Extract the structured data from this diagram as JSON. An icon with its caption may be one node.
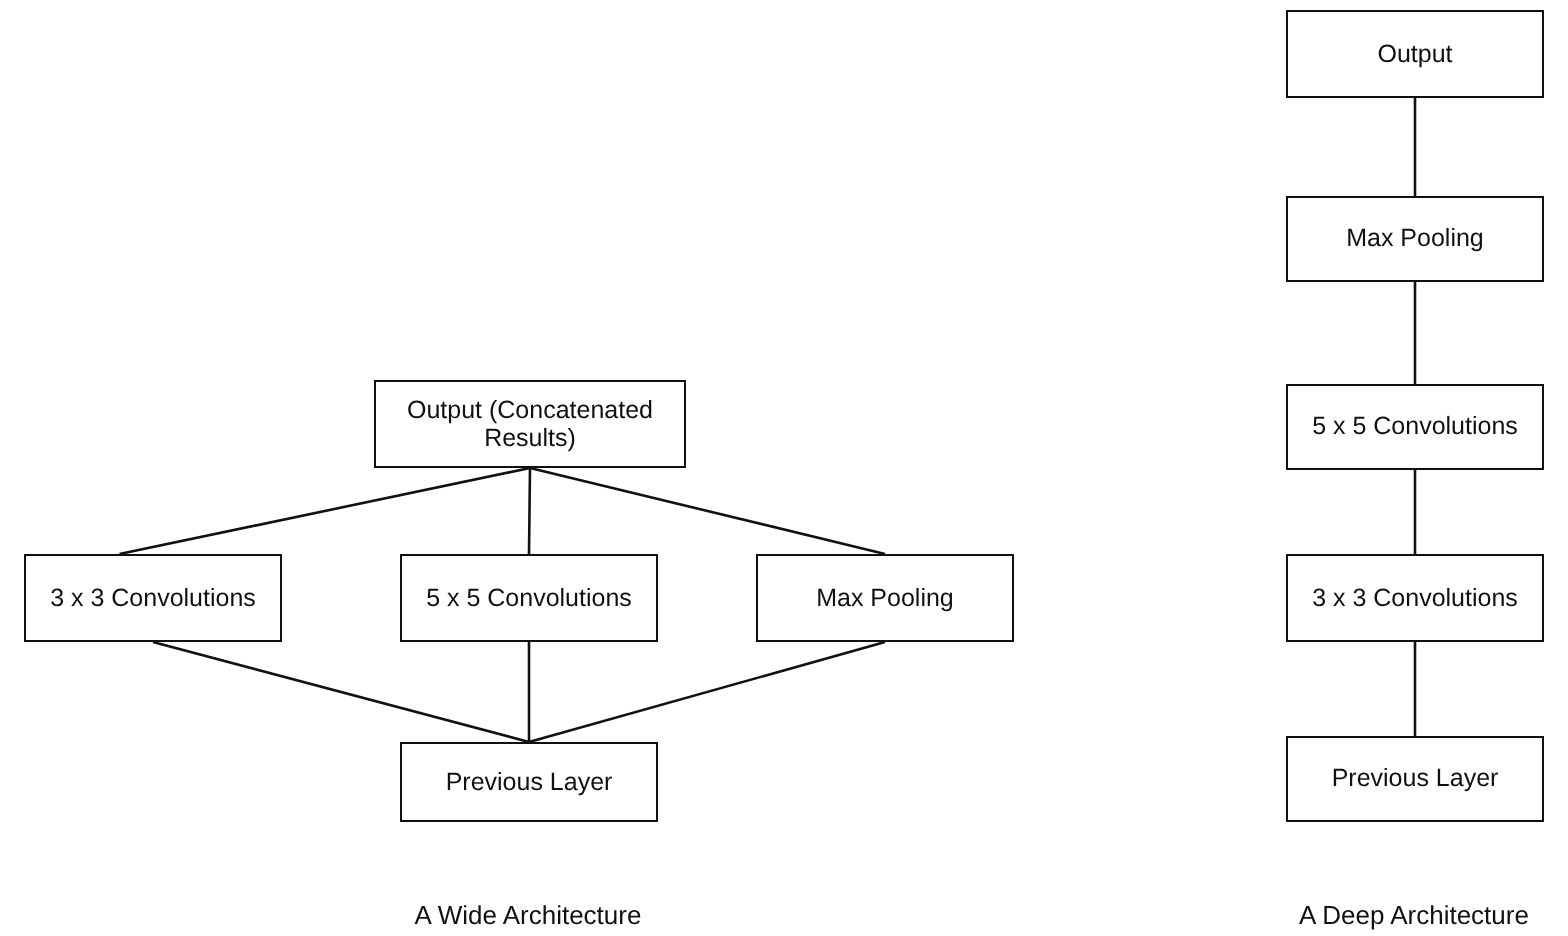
{
  "diagram": {
    "nodes": [
      {
        "text": [
          "Output (Concatenated Results)"
        ]
      },
      {
        "text": [
          "3 x 3 Convolutions"
        ]
      },
      {
        "text": [
          "5 x 5 Convolutions"
        ]
      },
      {
        "text": [
          "Max Pooling"
        ]
      },
      {
        "text": [
          "Previous Layer"
        ]
      },
      {
        "text": [
          "Output"
        ]
      },
      {
        "text": [
          "Max Pooling"
        ]
      },
      {
        "text": [
          "5 x 5 Convolutions"
        ]
      },
      {
        "text": [
          "3 x 3 Convolutions"
        ]
      },
      {
        "text": [
          "Previous Layer"
        ]
      }
    ],
    "edges": [
      {
        "from": 4,
        "to": 1,
        "arrow": "none"
      },
      {
        "from": 4,
        "to": 2,
        "arrow": "none"
      },
      {
        "from": 4,
        "to": 3,
        "arrow": "none"
      },
      {
        "from": 1,
        "to": 0,
        "arrow": "none"
      },
      {
        "from": 2,
        "to": 0,
        "arrow": "none"
      },
      {
        "from": 3,
        "to": 0,
        "arrow": "none"
      },
      {
        "from": 9,
        "to": 8,
        "arrow": "none"
      },
      {
        "from": 8,
        "to": 7,
        "arrow": "none"
      },
      {
        "from": 7,
        "to": 6,
        "arrow": "none"
      },
      {
        "from": 6,
        "to": 5,
        "arrow": "none"
      }
    ],
    "labels": [
      "A Wide Architecture",
      "A Deep Architecture"
    ]
  }
}
